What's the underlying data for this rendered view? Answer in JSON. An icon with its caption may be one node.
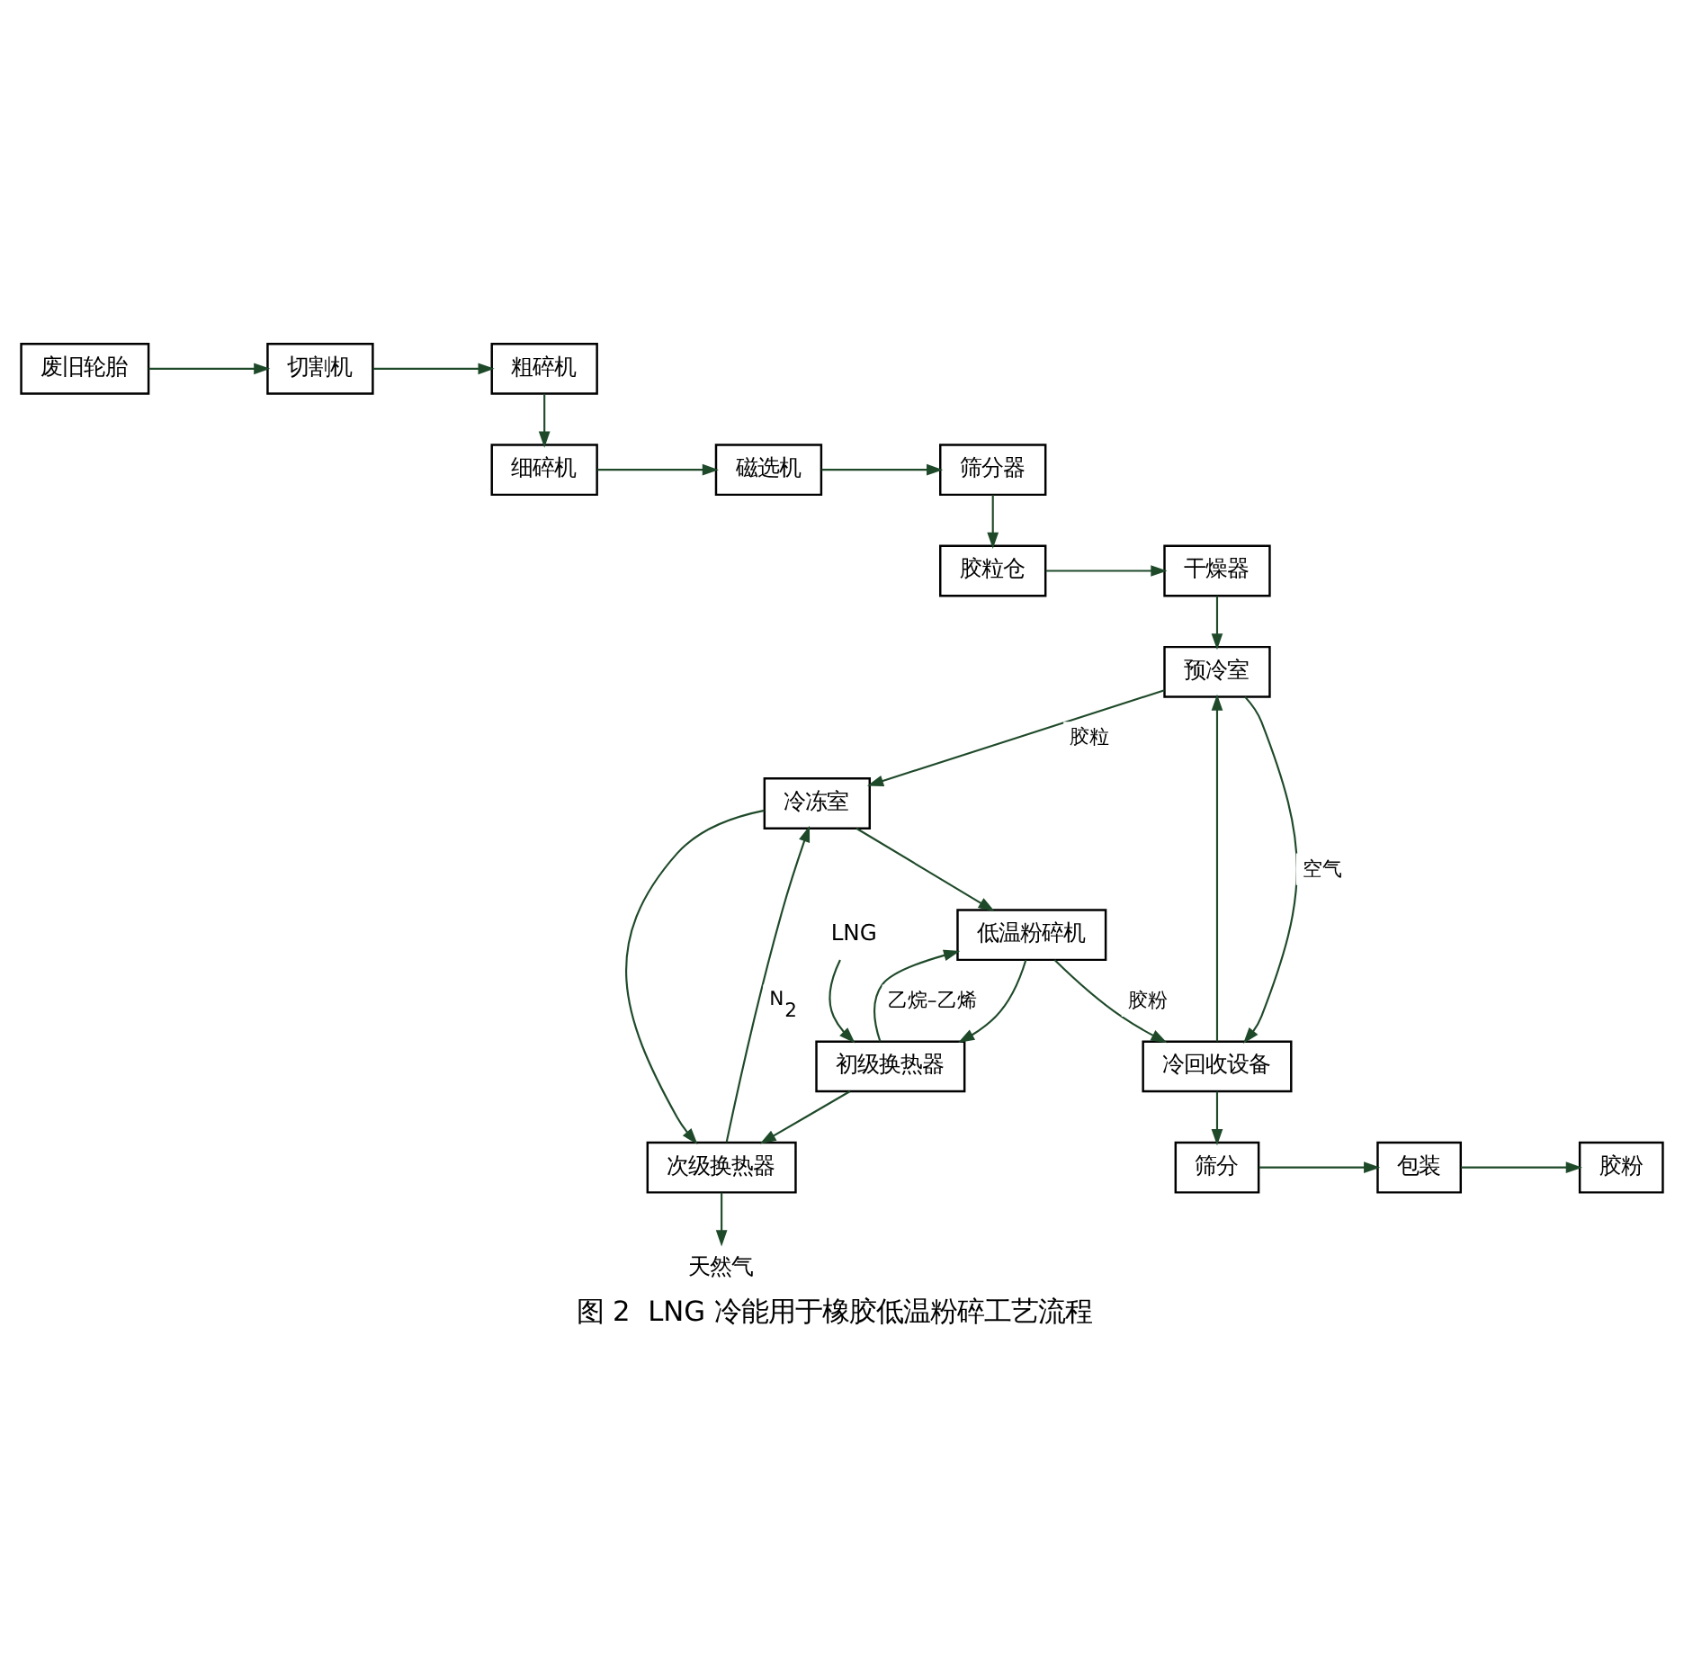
{
  "diagram": {
    "caption": "图 2  LNG 冷能用于橡胶低温粉碎工艺流程",
    "nodes": [
      {
        "text": [
          "废旧轮胎"
        ]
      },
      {
        "text": [
          "切割机"
        ]
      },
      {
        "text": [
          "粗碎机"
        ]
      },
      {
        "text": [
          "细碎机"
        ]
      },
      {
        "text": [
          "磁选机"
        ]
      },
      {
        "text": [
          "筛分器"
        ]
      },
      {
        "text": [
          "胶粒仓"
        ]
      },
      {
        "text": [
          "干燥器"
        ]
      },
      {
        "text": [
          "天然气"
        ]
      },
      {
        "text": [
          "预冷室"
        ]
      },
      {
        "text": [
          "次级换热器"
        ]
      },
      {
        "text": [
          "冷冻室"
        ]
      },
      {
        "text": [
          "低温粉碎机"
        ]
      },
      {
        "text": [
          "初级换热器"
        ]
      },
      {
        "text": [
          "LNG"
        ]
      },
      {
        "text": [
          "冷回收设备"
        ]
      },
      {
        "text": [
          "胶粉"
        ]
      },
      {
        "text": [
          "包装"
        ]
      },
      {
        "text": [
          "筛分"
        ]
      }
    ],
    "edges": [
      {
        "from": 0,
        "to": 1,
        "arrow": "to"
      },
      {
        "from": 1,
        "to": 2,
        "arrow": "to"
      },
      {
        "from": 2,
        "to": 3,
        "arrow": "to"
      },
      {
        "from": 3,
        "to": 4,
        "arrow": "to"
      },
      {
        "from": 4,
        "to": 5,
        "arrow": "to"
      },
      {
        "from": 5,
        "to": 6,
        "arrow": "to"
      },
      {
        "from": 6,
        "to": 7,
        "arrow": "to"
      },
      {
        "from": 7,
        "to": 9,
        "arrow": "to"
      },
      {
        "from": 9,
        "to": 11,
        "arrow": "to",
        "label": "胶粒"
      },
      {
        "from": 11,
        "to": 12,
        "arrow": "to"
      },
      {
        "from": 12,
        "to": 15,
        "arrow": "to",
        "label": "胶粉"
      },
      {
        "from": 9,
        "to": 15,
        "arrow": "to",
        "label": "空气"
      },
      {
        "from": 15,
        "to": 9,
        "arrow": "to"
      },
      {
        "from": 15,
        "to": 18,
        "arrow": "to"
      },
      {
        "from": 18,
        "to": 17,
        "arrow": "to"
      },
      {
        "from": 17,
        "to": 16,
        "arrow": "to"
      },
      {
        "from": 14,
        "to": 13,
        "arrow": "to"
      },
      {
        "from": 13,
        "to": 10,
        "arrow": "to"
      },
      {
        "from": 10,
        "to": 8,
        "arrow": "to"
      },
      {
        "from": 11,
        "to": 10,
        "arrow": "to"
      },
      {
        "from": 10,
        "to": 11,
        "arrow": "to",
        "label": "N$_{2}$"
      },
      {
        "from": 12,
        "to": 13,
        "arrow": "to"
      },
      {
        "from": 13,
        "to": 12,
        "arrow": "to",
        "label": "乙烷–乙烯"
      }
    ]
  }
}
